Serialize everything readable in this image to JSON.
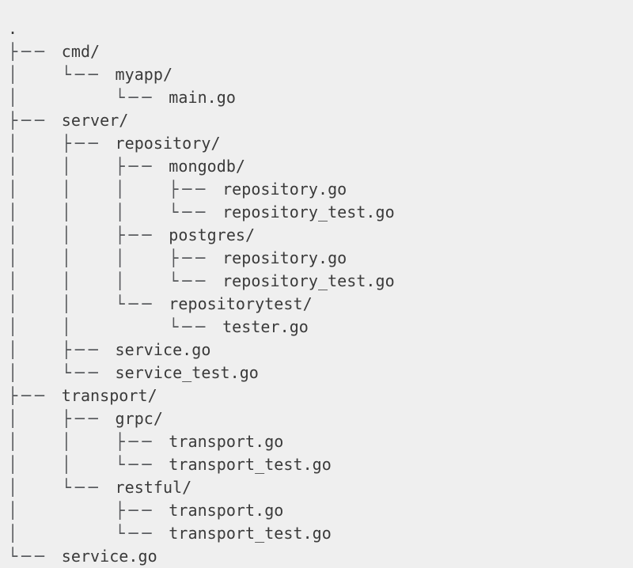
{
  "view": {
    "kind": "directory-tree",
    "background_color": "#efefef",
    "text_color": "#3a3a3a",
    "branch_color": "#55575a",
    "root_label": "."
  },
  "glyphs": {
    "vertical": "│",
    "tee": "├──",
    "elbow": "└──",
    "indent_blank": " "
  },
  "tree": {
    "lines": [
      {
        "prefix": "",
        "label": "."
      },
      {
        "prefix": "├── ",
        "label": "cmd/"
      },
      {
        "prefix": "│   └── ",
        "label": "myapp/"
      },
      {
        "prefix": "│       └── ",
        "label": "main.go"
      },
      {
        "prefix": "├── ",
        "label": "server/"
      },
      {
        "prefix": "│   ├── ",
        "label": "repository/"
      },
      {
        "prefix": "│   │   ├── ",
        "label": "mongodb/"
      },
      {
        "prefix": "│   │   │   ├── ",
        "label": "repository.go"
      },
      {
        "prefix": "│   │   │   └── ",
        "label": "repository_test.go"
      },
      {
        "prefix": "│   │   ├── ",
        "label": "postgres/"
      },
      {
        "prefix": "│   │   │   ├── ",
        "label": "repository.go"
      },
      {
        "prefix": "│   │   │   └── ",
        "label": "repository_test.go"
      },
      {
        "prefix": "│   │   └── ",
        "label": "repositorytest/"
      },
      {
        "prefix": "│   │       └── ",
        "label": "tester.go"
      },
      {
        "prefix": "│   ├── ",
        "label": "service.go"
      },
      {
        "prefix": "│   └── ",
        "label": "service_test.go"
      },
      {
        "prefix": "├── ",
        "label": "transport/"
      },
      {
        "prefix": "│   ├── ",
        "label": "grpc/"
      },
      {
        "prefix": "│   │   ├── ",
        "label": "transport.go"
      },
      {
        "prefix": "│   │   └── ",
        "label": "transport_test.go"
      },
      {
        "prefix": "│   └── ",
        "label": "restful/"
      },
      {
        "prefix": "│       ├── ",
        "label": "transport.go"
      },
      {
        "prefix": "│       └── ",
        "label": "transport_test.go"
      },
      {
        "prefix": "└── ",
        "label": "service.go"
      }
    ]
  }
}
